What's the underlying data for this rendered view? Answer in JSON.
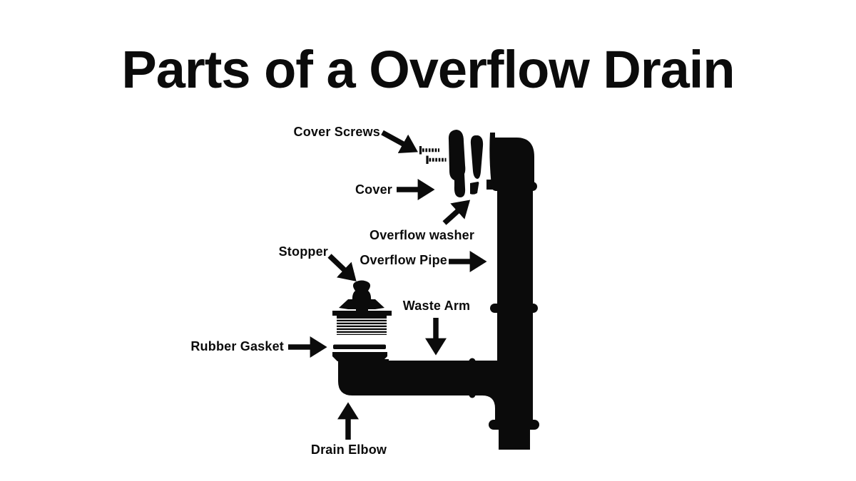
{
  "page": {
    "background": "#ffffff",
    "ink": "#0b0b0b"
  },
  "title": "Parts of a Overflow Drain",
  "diagram": {
    "subject": "bathtub overflow drain assembly",
    "labels": {
      "cover_screws": "Cover Screws",
      "cover": "Cover",
      "overflow_washer": "Overflow washer",
      "stopper": "Stopper",
      "overflow_pipe": "Overflow Pipe",
      "waste_arm": "Waste Arm",
      "rubber_gasket": "Rubber Gasket",
      "drain_elbow": "Drain Elbow"
    },
    "cover_screws_count": 2
  }
}
